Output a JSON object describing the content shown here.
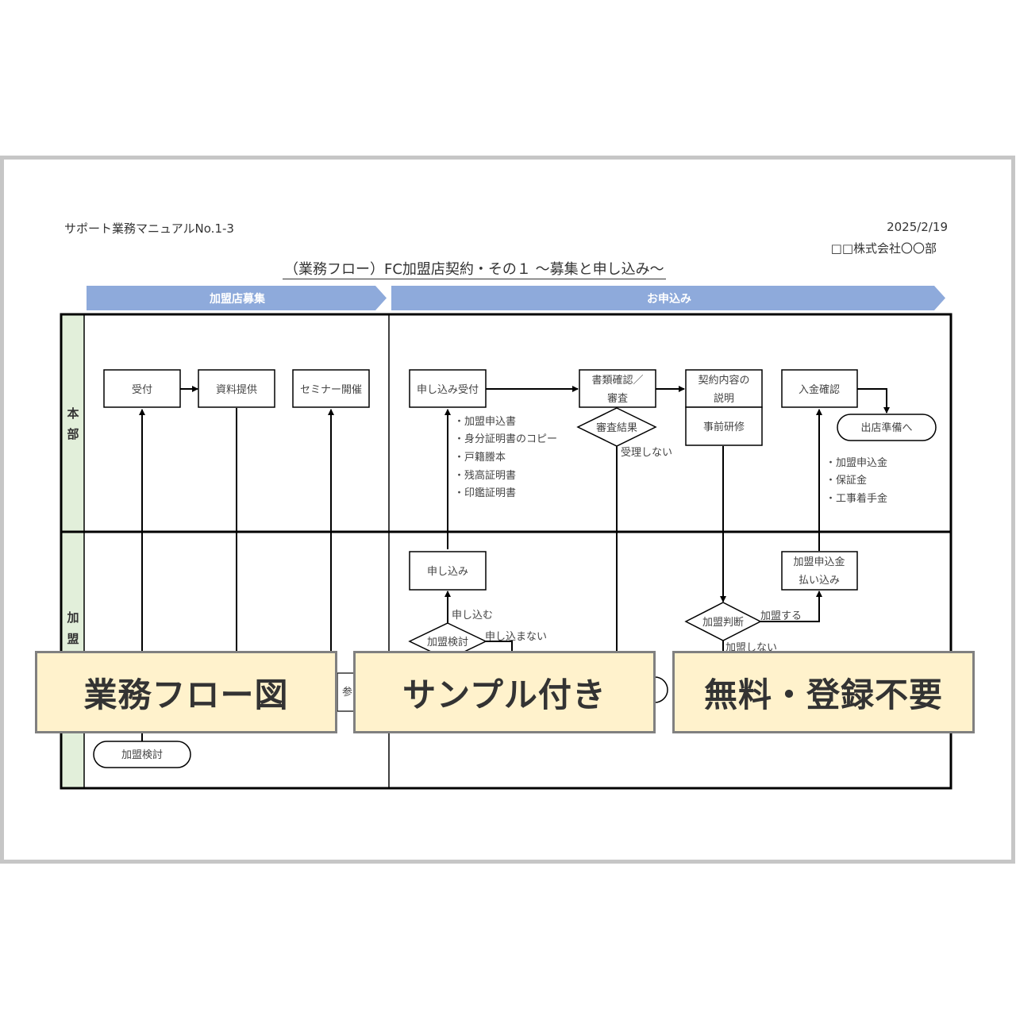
{
  "document": {
    "manual_id": "サポート業務マニュアルNo.1-3",
    "date": "2025/2/19",
    "organization": "□□株式会社〇〇部",
    "title": "（業務フロー）FC加盟店契約・その１ ～募集と申し込み～"
  },
  "phases": [
    {
      "label": "加盟店募集"
    },
    {
      "label": "お申込み"
    }
  ],
  "lanes": [
    {
      "label": "本部",
      "chars": [
        "本",
        "部"
      ]
    },
    {
      "label": "加盟",
      "chars": [
        "加",
        "盟"
      ]
    }
  ],
  "nodes": {
    "uketsuke": "受付",
    "shiryo": "資料提供",
    "seminar": "セミナー開催",
    "moushikomi_uketsuke": "申し込み受付",
    "shorui_1": "書類確認／",
    "shorui_2": "審査",
    "shinsa_kekka": "審査結果",
    "keiyaku_1": "契約内容の",
    "keiyaku_2": "説明",
    "jizen_kenshu": "事前研修",
    "nyukin": "入金確認",
    "shutten": "出店準備へ",
    "moushikomi": "申し込み",
    "kamei_kento_decision": "加盟検討",
    "kamei_handan": "加盟判断",
    "harai_1": "加盟申込金",
    "harai_2": "払い込み",
    "kamei_kento_start": "加盟検討",
    "sanka_partial": "参"
  },
  "notes": {
    "documents": [
      "・加盟申込書",
      "・身分証明書のコピー",
      "・戸籍謄本",
      "・残高証明書",
      "・印鑑証明書"
    ],
    "payments": [
      "・加盟申込金",
      "・保証金",
      "・工事着手金"
    ],
    "juri_shinai": "受理しない",
    "moushikomu": "申し込む",
    "moushikomanai": "申し込まない",
    "kamei_suru": "加盟する",
    "kamei_shinai": "加盟しない"
  },
  "banners": [
    {
      "label": "業務フロー図"
    },
    {
      "label": "サンプル付き"
    },
    {
      "label": "無料・登録不要"
    }
  ],
  "colors": {
    "phase_arrow": "#8eaadb",
    "lane_header": "#e2efda",
    "banner_bg": "#fff2cc",
    "banner_border": "#808080",
    "frame_border": "#c6c6c6"
  }
}
